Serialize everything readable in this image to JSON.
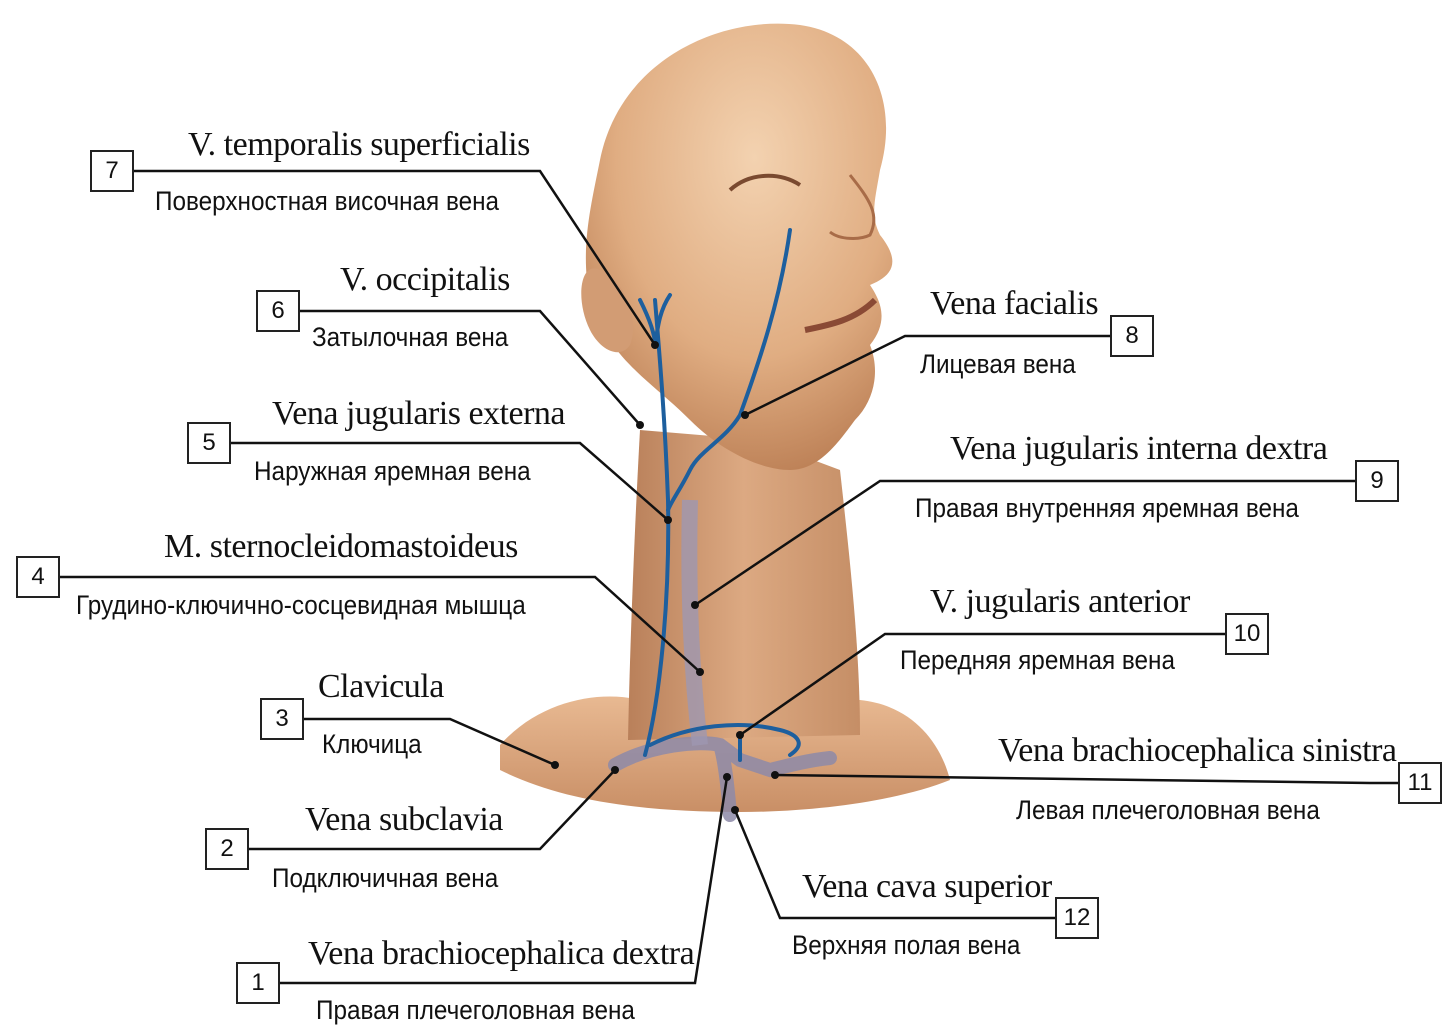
{
  "colors": {
    "skin": "#e2b58a",
    "skin_dark": "#b07a55",
    "vein": "#1d5f9e",
    "line": "#111111"
  },
  "labels": [
    {
      "n": "1",
      "latin": "Vena brachiocephalica dextra",
      "ru": "Правая плечеголовная вена"
    },
    {
      "n": "2",
      "latin": "Vena subclavia",
      "ru": "Подключичная вена"
    },
    {
      "n": "3",
      "latin": "Clavicula",
      "ru": "Ключица"
    },
    {
      "n": "4",
      "latin": "M. sternocleidomastoideus",
      "ru": "Грудино-ключично-сосцевидная мышца"
    },
    {
      "n": "5",
      "latin": "Vena jugularis externa",
      "ru": "Наружная яремная вена"
    },
    {
      "n": "6",
      "latin": "V. occipitalis",
      "ru": "Затылочная вена"
    },
    {
      "n": "7",
      "latin": "V. temporalis superficialis",
      "ru": "Поверхностная височная вена"
    },
    {
      "n": "8",
      "latin": "Vena facialis",
      "ru": "Лицевая вена"
    },
    {
      "n": "9",
      "latin": "Vena jugularis interna dextra",
      "ru": "Правая внутренняя яремная вена"
    },
    {
      "n": "10",
      "latin": "V. jugularis anterior",
      "ru": "Передняя яремная вена"
    },
    {
      "n": "11",
      "latin": "Vena brachiocephalica sinistra",
      "ru": "Левая плечеголовная вена"
    },
    {
      "n": "12",
      "latin": "Vena cava superior",
      "ru": "Верхняя полая вена"
    }
  ]
}
